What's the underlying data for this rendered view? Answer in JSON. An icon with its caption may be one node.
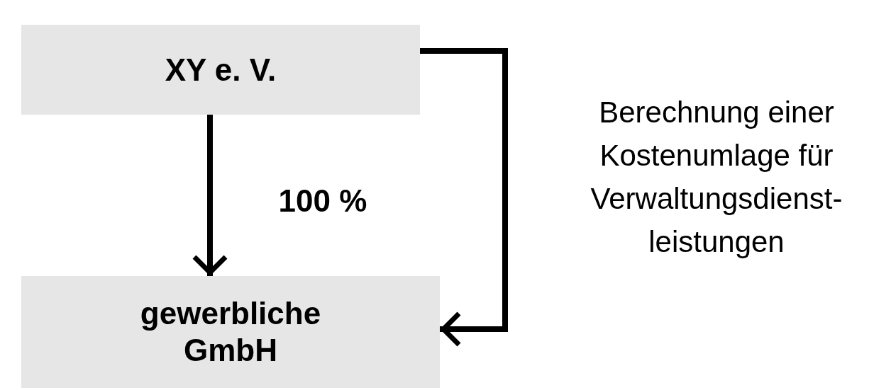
{
  "diagram": {
    "nodes": [
      {
        "text": [
          "XY e. V."
        ]
      },
      {
        "text": [
          "gewerbliche GmbH"
        ]
      }
    ],
    "edges": [
      {
        "from": 0,
        "to": 1,
        "arrow": "to",
        "label": "100 %"
      },
      {
        "from": 0,
        "to": 1,
        "arrow": "to",
        "label": "Berechnung einer Kostenumlage für Verwaltungsdienst- leistungen"
      }
    ]
  }
}
